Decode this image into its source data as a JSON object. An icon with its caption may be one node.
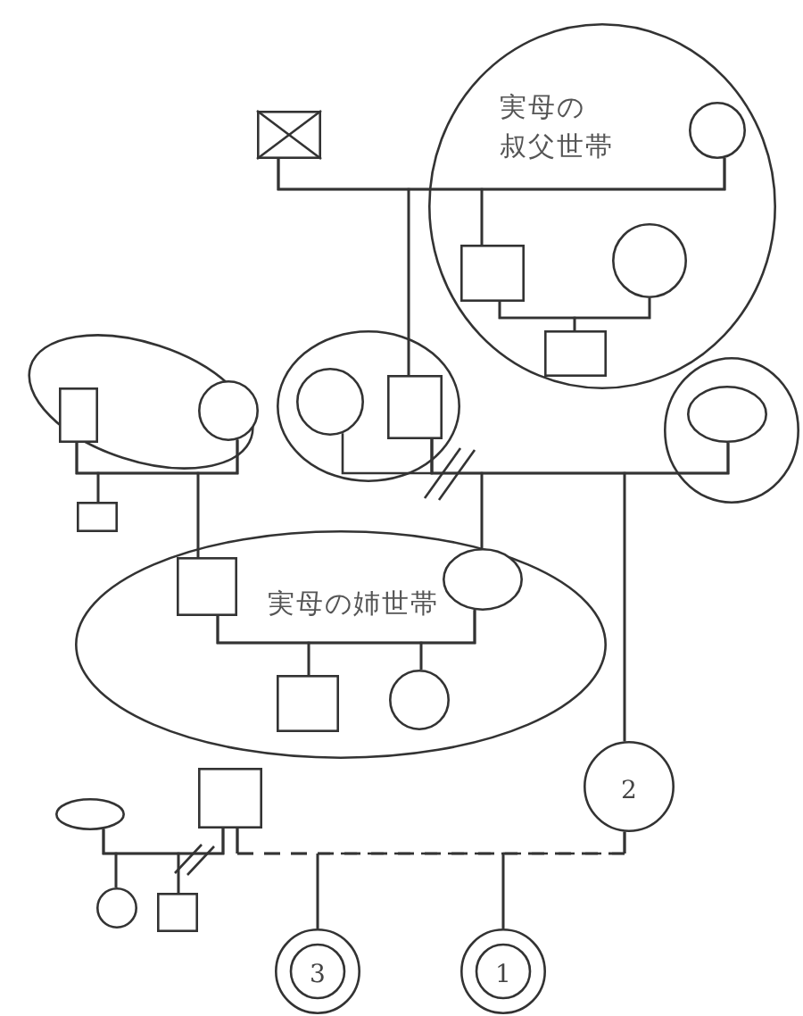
{
  "diagram": {
    "nodes": [
      {
        "text": [],
        "shape": "box"
      },
      {
        "text": [
          "実母の叔父世帯"
        ]
      },
      {
        "text": [],
        "shape": "circle",
        "in": 1
      },
      {
        "text": [],
        "shape": "box",
        "in": 1
      },
      {
        "text": [],
        "shape": "circle",
        "in": 1
      },
      {
        "text": [],
        "shape": "box",
        "in": 1
      },
      {
        "text": [],
        "shape": "ellipse"
      },
      {
        "text": [],
        "shape": "box",
        "in": 6
      },
      {
        "text": [],
        "shape": "circle",
        "in": 6
      },
      {
        "text": [],
        "shape": "box"
      },
      {
        "text": [],
        "shape": "ellipse"
      },
      {
        "text": [],
        "shape": "circle",
        "in": 10
      },
      {
        "text": [],
        "shape": "box",
        "in": 10
      },
      {
        "text": [],
        "shape": "circle"
      },
      {
        "text": [],
        "shape": "ellipse",
        "in": 13
      },
      {
        "text": [
          "実母の姉世帯"
        ]
      },
      {
        "text": [],
        "shape": "box",
        "in": 15
      },
      {
        "text": [],
        "shape": "ellipse",
        "in": 15
      },
      {
        "text": [],
        "shape": "box",
        "in": 15
      },
      {
        "text": [],
        "shape": "circle",
        "in": 15
      },
      {
        "text": [],
        "shape": "ellipse"
      },
      {
        "text": [],
        "shape": "box"
      },
      {
        "text": [],
        "shape": "circle"
      },
      {
        "text": [],
        "shape": "box"
      },
      {
        "text": [
          "2"
        ]
      },
      {
        "text": [
          "3"
        ]
      },
      {
        "text": [
          "1"
        ]
      }
    ],
    "edges": [
      {
        "from": 0,
        "to": 2,
        "arrow": "none"
      },
      {
        "from": 0,
        "to": 3,
        "arrow": "none"
      },
      {
        "from": 2,
        "to": 3,
        "arrow": "none"
      },
      {
        "from": 0,
        "to": 12,
        "arrow": "none"
      },
      {
        "from": 2,
        "to": 12,
        "arrow": "none"
      },
      {
        "from": 3,
        "to": 4,
        "arrow": "none"
      },
      {
        "from": 3,
        "to": 5,
        "arrow": "none"
      },
      {
        "from": 4,
        "to": 5,
        "arrow": "none"
      },
      {
        "from": 7,
        "to": 8,
        "arrow": "none"
      },
      {
        "from": 7,
        "to": 9,
        "arrow": "none"
      },
      {
        "from": 8,
        "to": 9,
        "arrow": "none"
      },
      {
        "from": 7,
        "to": 16,
        "arrow": "none"
      },
      {
        "from": 8,
        "to": 16,
        "arrow": "none"
      },
      {
        "from": 11,
        "to": 12,
        "arrow": "none"
      },
      {
        "from": 12,
        "to": 14,
        "arrow": "none"
      },
      {
        "from": 12,
        "to": 17,
        "arrow": "none"
      },
      {
        "from": 14,
        "to": 17,
        "arrow": "none"
      },
      {
        "from": 12,
        "to": 24,
        "arrow": "none"
      },
      {
        "from": 14,
        "to": 24,
        "arrow": "none"
      },
      {
        "from": 16,
        "to": 17,
        "arrow": "none"
      },
      {
        "from": 16,
        "to": 18,
        "arrow": "none"
      },
      {
        "from": 17,
        "to": 18,
        "arrow": "none"
      },
      {
        "from": 16,
        "to": 19,
        "arrow": "none"
      },
      {
        "from": 17,
        "to": 19,
        "arrow": "none"
      },
      {
        "from": 20,
        "to": 21,
        "arrow": "none"
      },
      {
        "from": 20,
        "to": 22,
        "arrow": "none"
      },
      {
        "from": 21,
        "to": 22,
        "arrow": "none"
      },
      {
        "from": 20,
        "to": 23,
        "arrow": "none"
      },
      {
        "from": 21,
        "to": 23,
        "arrow": "none"
      },
      {
        "from": 21,
        "to": 24,
        "arrow": "none",
        "style": "dashed"
      },
      {
        "from": 21,
        "to": 25,
        "arrow": "none",
        "style": "dashed"
      },
      {
        "from": 24,
        "to": 25,
        "arrow": "none",
        "style": "dashed"
      },
      {
        "from": 21,
        "to": 26,
        "arrow": "none",
        "style": "dashed"
      },
      {
        "from": 24,
        "to": 26,
        "arrow": "none",
        "style": "dashed"
      }
    ]
  }
}
